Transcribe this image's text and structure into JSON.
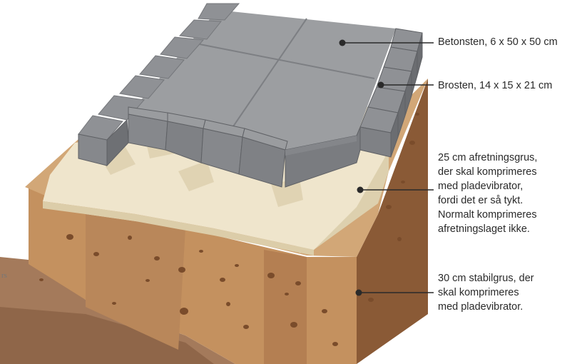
{
  "colors": {
    "paver_top": "#9a9c9f",
    "paver_side": "#7d7f83",
    "paver_dark": "#6b6d71",
    "sand": "#efe6cf",
    "sand_shade": "#ddd0b0",
    "soil_top": "#cda77b",
    "soil": "#b88354",
    "soil_dark": "#8a5a35",
    "ground": "#a97c5c",
    "leader": "#2a2a2a"
  },
  "labels": {
    "betonsten": [
      "Betonsten, 6 x 50 x 50 cm"
    ],
    "brosten": [
      "Brosten, 14 x 15 x 21 cm"
    ],
    "afretningsgrus": [
      "25 cm afretningsgrus,",
      "der skal komprimeres",
      "med pladevibrator,",
      "fordi det er så tykt.",
      "Normalt komprimeres",
      "afretningslaget ikke."
    ],
    "stabilgrus": [
      "30 cm stabilgrus, der",
      "skal komprimeres",
      "med pladevibrator."
    ]
  },
  "edge_text": {
    "left_fragment": "rs"
  }
}
